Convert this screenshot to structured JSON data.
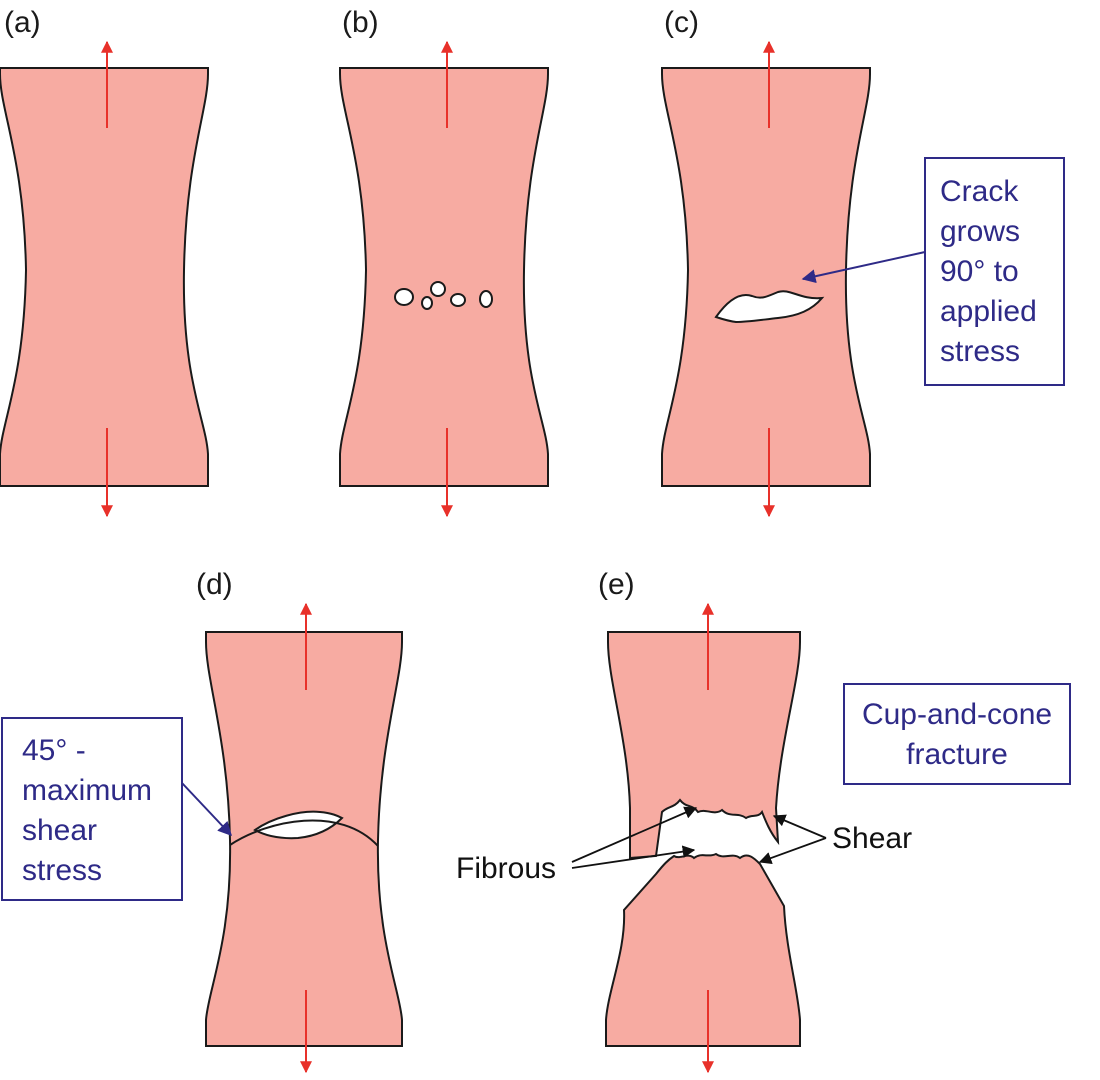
{
  "colors": {
    "specimen_fill": "#f7aba2",
    "specimen_stroke": "#1a1a1a",
    "arrow": "#e8312a",
    "callout": "#2e2a87",
    "void": "#ffffff"
  },
  "panels": {
    "a": {
      "label": "(a)"
    },
    "b": {
      "label": "(b)"
    },
    "c": {
      "label": "(c)"
    },
    "d": {
      "label": "(d)"
    },
    "e": {
      "label": "(e)"
    }
  },
  "callouts": {
    "crack": {
      "lines": [
        "Crack",
        "grows",
        "90° to",
        "applied",
        "stress"
      ]
    },
    "shear45": {
      "lines": [
        "45° -",
        "maximum",
        "shear",
        "stress"
      ]
    },
    "cupcone": {
      "lines": [
        "Cup-and-cone",
        "fracture"
      ]
    }
  },
  "labels": {
    "fibrous": "Fibrous",
    "shear": "Shear"
  }
}
